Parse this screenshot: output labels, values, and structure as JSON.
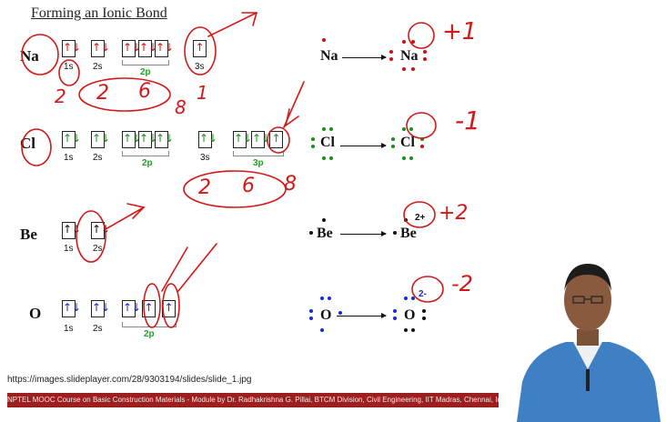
{
  "slide": {
    "title": "Forming an Ionic Bond",
    "url": "https://images.slideplayer.com/28/9303194/slides/slide_1.jpg",
    "footer": "NPTEL MOOC Course on Basic Construction Materials - Module by Dr. Radhakrishna G. Pillai, BTCM Division, Civil Engineering, IIT Madras, Chennai, India"
  },
  "orbitals": {
    "na": {
      "element": "Na",
      "s1": "1s",
      "s2": "2s",
      "p2": "2p",
      "s3": "3s"
    },
    "cl": {
      "element": "Cl",
      "s1": "1s",
      "s2": "2s",
      "p2": "2p",
      "s3": "3s",
      "p3": "3p"
    },
    "be": {
      "element": "Be",
      "s1": "1s",
      "s2": "2s"
    },
    "o": {
      "element": "O",
      "s1": "1s",
      "s2": "2s",
      "p2": "2p"
    }
  },
  "lewis": {
    "na": {
      "left": "Na",
      "right": "Na"
    },
    "cl": {
      "left": "Cl",
      "right": "Cl"
    },
    "be": {
      "left": "Be",
      "right": "Be",
      "charge": "2+"
    },
    "o": {
      "left": "O",
      "right": "O",
      "charge": "2-"
    }
  },
  "handwriting": {
    "na_counts": [
      "2",
      "2",
      "6",
      "8",
      "1"
    ],
    "cl_counts": [
      "2",
      "6",
      "8"
    ],
    "na_charge": "+1",
    "cl_charge": "-1",
    "be_charge": "+2",
    "o_charge": "-2"
  },
  "colors": {
    "sodium": "#d01010",
    "chlorine": "#1a8c1a",
    "oxygen": "#1a2cc8",
    "ink": "#d41818",
    "footer": "#9c1f1f"
  }
}
